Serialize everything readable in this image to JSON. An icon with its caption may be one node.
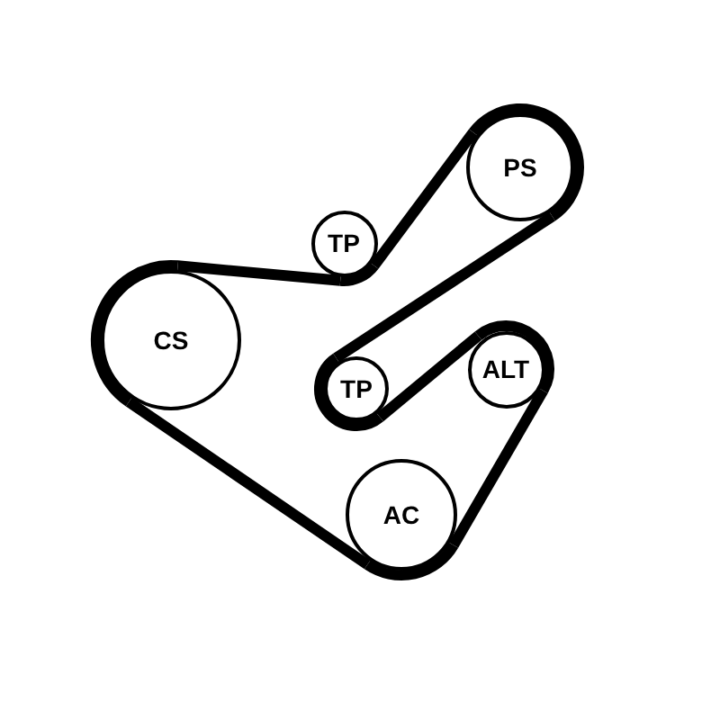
{
  "diagram": {
    "nodes": [
      {
        "text": [
          "PS"
        ]
      },
      {
        "text": [
          "TP"
        ]
      },
      {
        "text": [
          "CS"
        ]
      },
      {
        "text": [
          "TP"
        ]
      },
      {
        "text": [
          "ALT"
        ]
      },
      {
        "text": [
          "AC"
        ]
      }
    ],
    "edges": [
      {
        "from": 2,
        "to": 1,
        "arrow": "none"
      },
      {
        "from": 1,
        "to": 0,
        "arrow": "none"
      },
      {
        "from": 0,
        "to": 3,
        "arrow": "none"
      },
      {
        "from": 3,
        "to": 4,
        "arrow": "none"
      },
      {
        "from": 4,
        "to": 5,
        "arrow": "none"
      },
      {
        "from": 5,
        "to": 2,
        "arrow": "none"
      }
    ]
  }
}
